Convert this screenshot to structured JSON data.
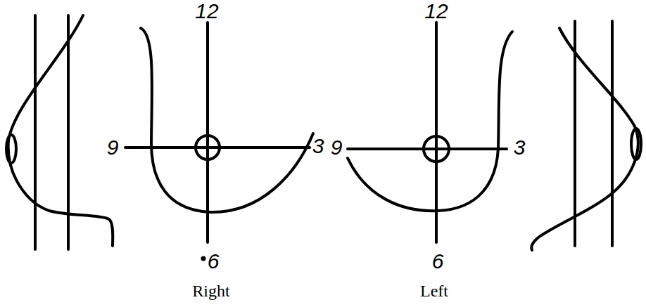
{
  "diagram": {
    "labels": [
      "12",
      "9",
      "3",
      "6",
      "Right",
      "12",
      "9",
      "3",
      "6",
      "Left"
    ]
  }
}
